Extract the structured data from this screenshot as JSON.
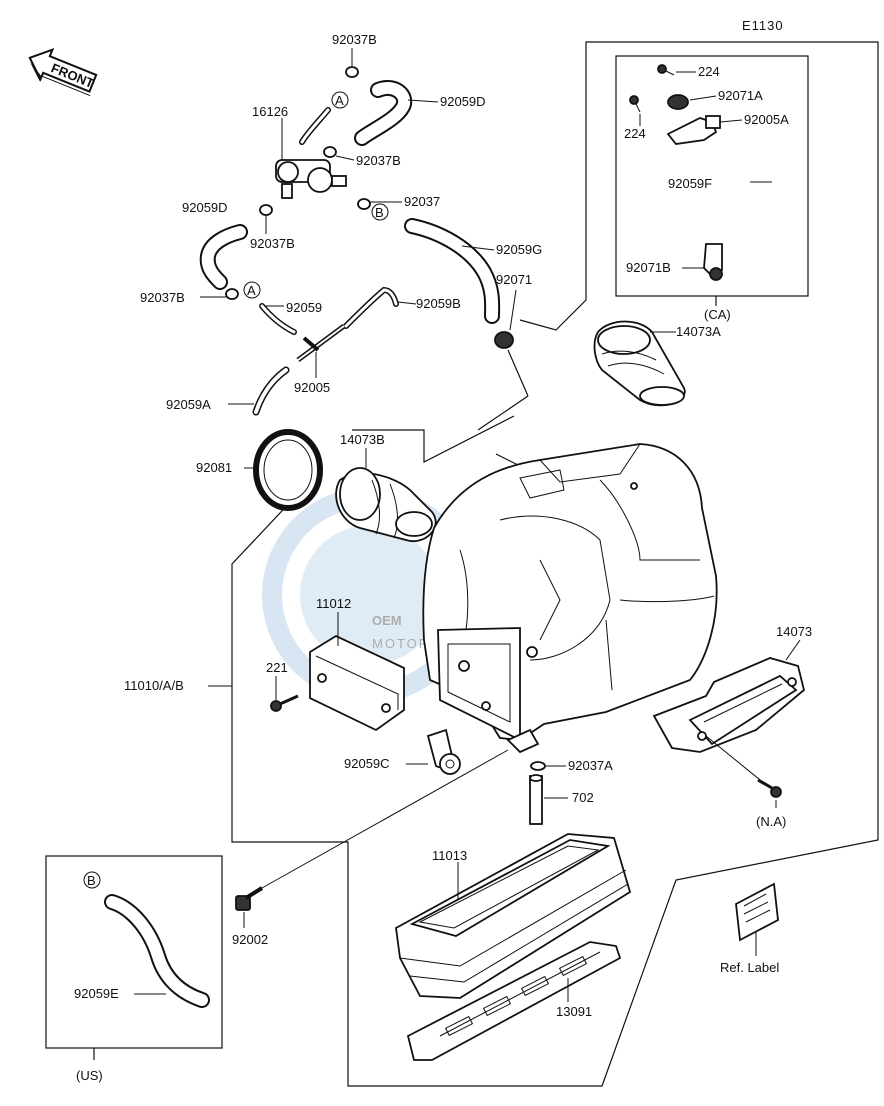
{
  "diagram_code": "E1130",
  "front_arrow": "FRONT",
  "watermark": {
    "brand": "OEM",
    "sub": "MOTORPARTS"
  },
  "labels": {
    "p92037B_top": "92037B",
    "p92059D_top": "92059D",
    "p16126": "16126",
    "p92037B_mid": "92037B",
    "p92037": "92037",
    "p92059D_left": "92059D",
    "p92037B_left": "92037B",
    "p92059G": "92059G",
    "p92037B_low": "92037B",
    "p92059": "92059",
    "p92059B": "92059B",
    "p92071": "92071",
    "p92005": "92005",
    "p92059A": "92059A",
    "p14073A": "14073A",
    "p14073B": "14073B",
    "p92081": "92081",
    "p11012": "11012",
    "p11010": "11010/A/B",
    "p221": "221",
    "p92059C": "92059C",
    "p92037A": "92037A",
    "p702": "702",
    "p14073": "14073",
    "p11013": "11013",
    "p92002": "92002",
    "p13091": "13091",
    "ref_label": "Ref. Label",
    "p92059E": "92059E",
    "ca_224a": "224",
    "ca_224b": "224",
    "ca_92071A": "92071A",
    "ca_92005A": "92005A",
    "ca_92059F": "92059F",
    "ca_92071B": "92071B"
  },
  "variants": {
    "ca": "(CA)",
    "us": "(US)",
    "na": "(N.A)"
  },
  "markers": {
    "a1": "A",
    "a2": "A",
    "b1": "B",
    "b2": "B"
  }
}
